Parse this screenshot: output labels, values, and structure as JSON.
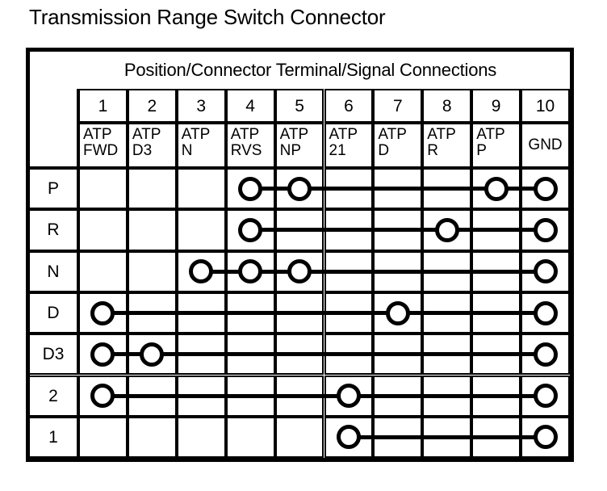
{
  "page_title": "Transmission Range Switch Connector",
  "banner": "Position/Connector Terminal/Signal Connections",
  "row_header_label": "",
  "terminals": [
    {
      "number": "1",
      "signal_line1": "ATP",
      "signal_line2": "FWD"
    },
    {
      "number": "2",
      "signal_line1": "ATP",
      "signal_line2": "D3"
    },
    {
      "number": "3",
      "signal_line1": "ATP",
      "signal_line2": "N"
    },
    {
      "number": "4",
      "signal_line1": "ATP",
      "signal_line2": "RVS"
    },
    {
      "number": "5",
      "signal_line1": "ATP",
      "signal_line2": "NP"
    },
    {
      "number": "6",
      "signal_line1": "ATP",
      "signal_line2": "21"
    },
    {
      "number": "7",
      "signal_line1": "ATP",
      "signal_line2": "D"
    },
    {
      "number": "8",
      "signal_line1": "ATP",
      "signal_line2": "R"
    },
    {
      "number": "9",
      "signal_line1": "ATP",
      "signal_line2": "P"
    },
    {
      "number": "10",
      "signal_line1": "GND",
      "signal_line2": ""
    }
  ],
  "positions": [
    {
      "label": "P",
      "connected_terminals": [
        4,
        5,
        9,
        10
      ]
    },
    {
      "label": "R",
      "connected_terminals": [
        4,
        8,
        10
      ]
    },
    {
      "label": "N",
      "connected_terminals": [
        3,
        4,
        5,
        10
      ]
    },
    {
      "label": "D",
      "connected_terminals": [
        1,
        7,
        10
      ]
    },
    {
      "label": "D3",
      "connected_terminals": [
        1,
        2,
        10
      ]
    },
    {
      "label": "2",
      "connected_terminals": [
        1,
        6,
        10
      ]
    },
    {
      "label": "1",
      "connected_terminals": [
        6,
        10
      ]
    }
  ],
  "colors": {
    "ink": "#000000",
    "paper": "#ffffff"
  },
  "chart_data": {
    "type": "table",
    "title": "Transmission Range Switch Connector",
    "subtitle": "Position/Connector Terminal/Signal Connections",
    "columns": [
      "1",
      "2",
      "3",
      "4",
      "5",
      "6",
      "7",
      "8",
      "9",
      "10"
    ],
    "column_signals": [
      "ATP FWD",
      "ATP D3",
      "ATP N",
      "ATP RVS",
      "ATP NP",
      "ATP 21",
      "ATP D",
      "ATP R",
      "ATP P",
      "GND"
    ],
    "rows": [
      "P",
      "R",
      "N",
      "D",
      "D3",
      "2",
      "1"
    ],
    "cells": [
      {
        "row": "P",
        "marked": [
          4,
          5,
          9,
          10
        ]
      },
      {
        "row": "R",
        "marked": [
          4,
          8,
          10
        ]
      },
      {
        "row": "N",
        "marked": [
          3,
          4,
          5,
          10
        ]
      },
      {
        "row": "D",
        "marked": [
          1,
          7,
          10
        ]
      },
      {
        "row": "D3",
        "marked": [
          1,
          2,
          10
        ]
      },
      {
        "row": "2",
        "marked": [
          1,
          6,
          10
        ]
      },
      {
        "row": "1",
        "marked": [
          6,
          10
        ]
      }
    ]
  }
}
